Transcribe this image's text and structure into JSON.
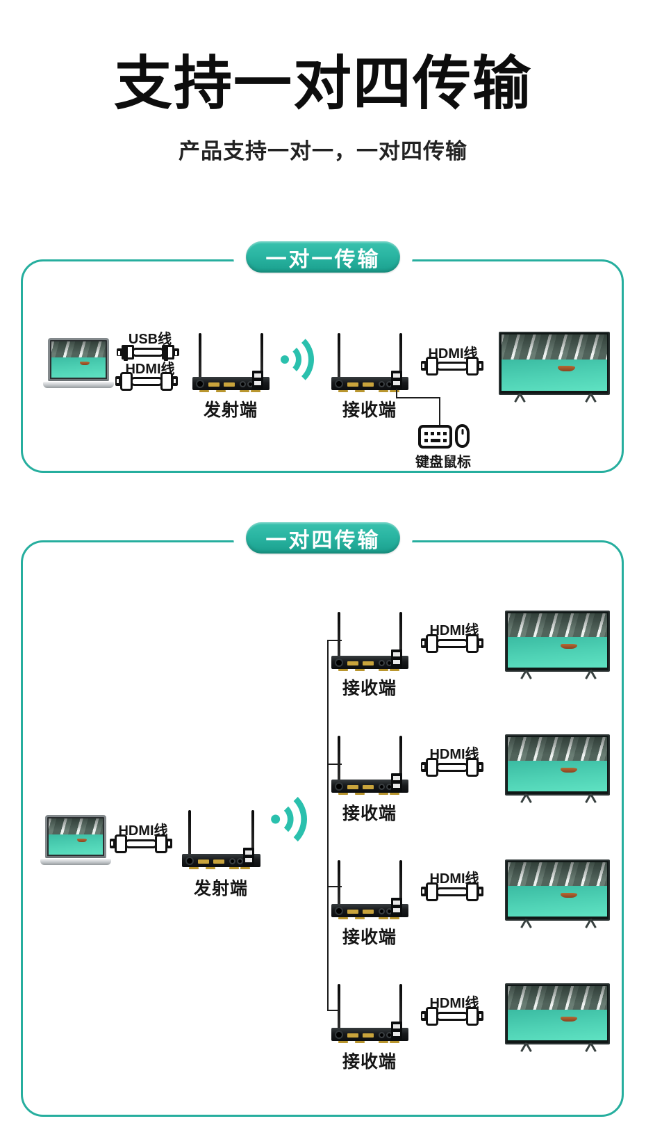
{
  "header": {
    "title": "支持一对四传输",
    "subtitle": "产品支持一对一，一对四传输"
  },
  "colors": {
    "teal": "#2ab5a2",
    "teal_dark": "#1a9f8d",
    "box_border": "#26ae9e",
    "wifi": "#2ac0ad",
    "line": "#1c1c1c"
  },
  "section_one_to_one": {
    "badge": "一对一传输",
    "labels": {
      "usb_cable": "USB线",
      "hdmi_cable_source": "HDMI线",
      "transmitter": "发射端",
      "receiver": "接收端",
      "hdmi_cable_tv": "HDMI线",
      "keyboard_mouse": "键盘鼠标"
    }
  },
  "section_one_to_four": {
    "badge": "一对四传输",
    "labels": {
      "hdmi_cable_source": "HDMI线",
      "transmitter": "发射端"
    },
    "receivers": [
      {
        "label": "接收端",
        "hdmi_cable": "HDMI线"
      },
      {
        "label": "接收端",
        "hdmi_cable": "HDMI线"
      },
      {
        "label": "接收端",
        "hdmi_cable": "HDMI线"
      },
      {
        "label": "接收端",
        "hdmi_cable": "HDMI线"
      }
    ]
  }
}
